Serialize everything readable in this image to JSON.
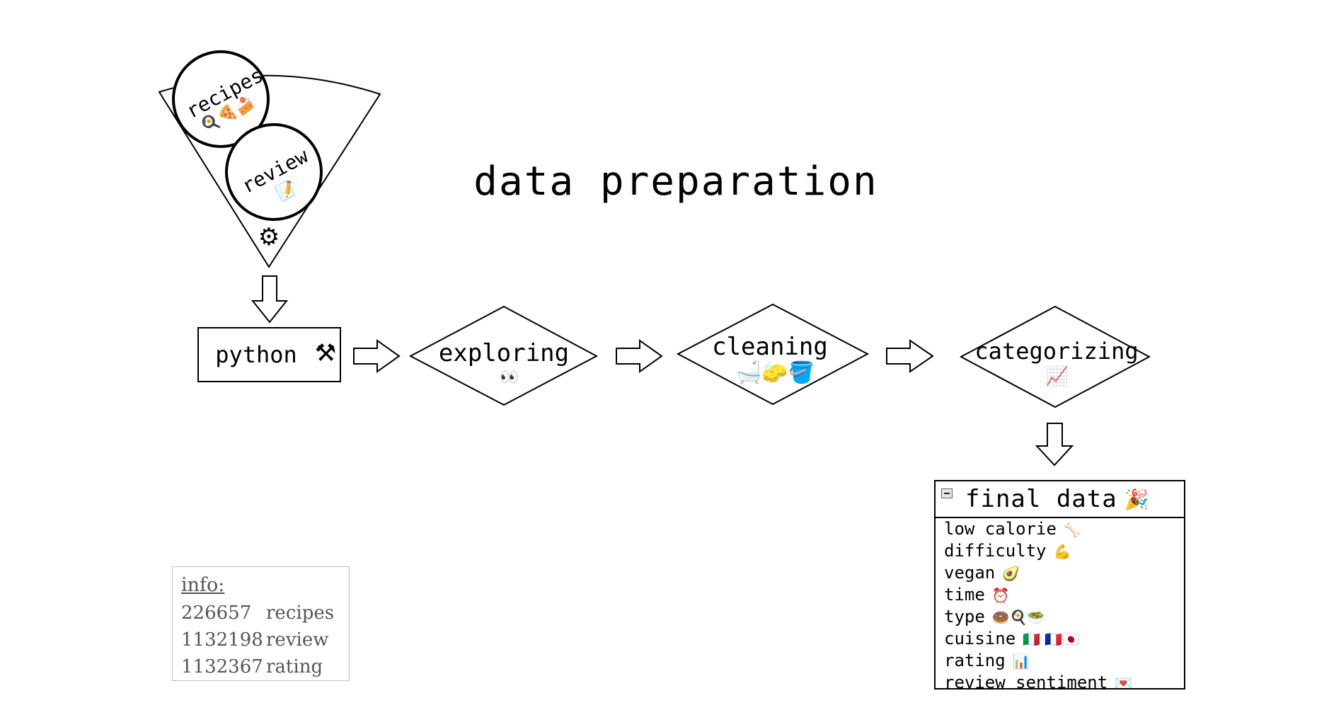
{
  "title": "data preparation",
  "funnel": {
    "sources": [
      {
        "label": "recipes",
        "icon_name": "food-icons",
        "icon": "🍳🍕🍰"
      },
      {
        "label": "review",
        "icon_name": "memo-icon",
        "icon": "📝"
      }
    ],
    "gear_icon": "⚙"
  },
  "steps": [
    {
      "label": "python",
      "icon_name": "hammer-wrench-icon",
      "icon": "⚒"
    },
    {
      "label": "exploring",
      "icon_name": "eyes-icon",
      "icon": "👀"
    },
    {
      "label": "cleaning",
      "icon_name": "cleaning-icons",
      "icon": "🛁🧽🪣"
    },
    {
      "label": "categorizing",
      "icon_name": "chart-up-icon",
      "icon": "📈"
    }
  ],
  "final": {
    "title": "final data",
    "icon_name": "party-popper-icon",
    "icon": "🎉",
    "items": [
      {
        "label": "low calorie",
        "icon_name": "bone-icon",
        "icon": "🦴"
      },
      {
        "label": "difficulty",
        "icon_name": "flexed-biceps-icon",
        "icon": "💪"
      },
      {
        "label": "vegan",
        "icon_name": "avocado-icon",
        "icon": "🥑"
      },
      {
        "label": "time",
        "icon_name": "alarm-clock-icon",
        "icon": "⏰"
      },
      {
        "label": "type",
        "icon_name": "food-type-icons",
        "icon": "🍩🍳🥗"
      },
      {
        "label": "cuisine",
        "icon_name": "flag-icons",
        "icon": "🇮🇹 🇫🇷🇯🇵"
      },
      {
        "label": "rating",
        "icon_name": "bar-chart-icon",
        "icon": "📊"
      },
      {
        "label": "review sentiment",
        "icon_name": "love-letter-icon",
        "icon": "💌"
      }
    ]
  },
  "info": {
    "title": "info:",
    "rows": [
      {
        "count": "226657",
        "label": "recipes"
      },
      {
        "count": "1132198",
        "label": "review"
      },
      {
        "count": "1132367",
        "label": "rating"
      }
    ]
  },
  "colors": {
    "stroke": "#000000",
    "info_text": "#555555",
    "info_border": "#bdbdbd"
  }
}
